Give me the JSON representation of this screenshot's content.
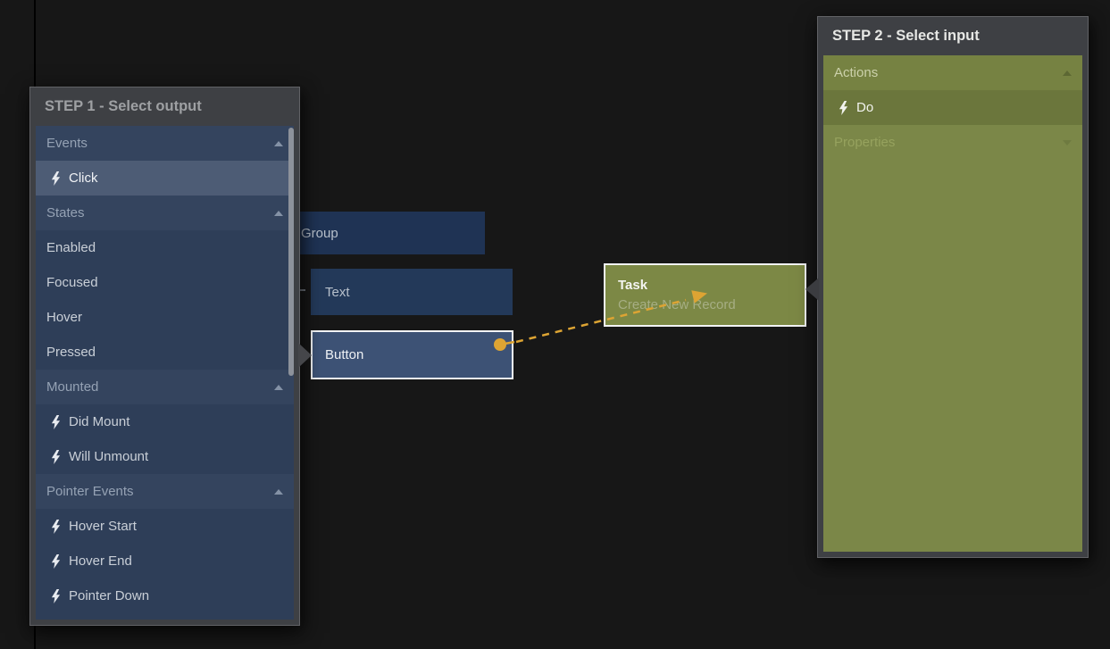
{
  "step1": {
    "title": "STEP 1 - Select output",
    "rows": [
      {
        "type": "section",
        "label": "Events",
        "arrow": "up"
      },
      {
        "type": "item",
        "label": "Click",
        "bolt": true,
        "selected": true
      },
      {
        "type": "section",
        "label": "States",
        "arrow": "up"
      },
      {
        "type": "item",
        "label": "Enabled"
      },
      {
        "type": "item",
        "label": "Focused"
      },
      {
        "type": "item",
        "label": "Hover"
      },
      {
        "type": "item",
        "label": "Pressed"
      },
      {
        "type": "section",
        "label": "Mounted",
        "arrow": "up"
      },
      {
        "type": "item",
        "label": "Did Mount",
        "bolt": true
      },
      {
        "type": "item",
        "label": "Will Unmount",
        "bolt": true
      },
      {
        "type": "section",
        "label": "Pointer Events",
        "arrow": "up"
      },
      {
        "type": "item",
        "label": "Hover Start",
        "bolt": true
      },
      {
        "type": "item",
        "label": "Hover End",
        "bolt": true
      },
      {
        "type": "item",
        "label": "Pointer Down",
        "bolt": true
      }
    ]
  },
  "step2": {
    "title": "STEP 2 - Select input",
    "rows": [
      {
        "type": "section",
        "label": "Actions",
        "arrow": "up"
      },
      {
        "type": "item",
        "label": "Do",
        "bolt": true,
        "selected": true
      },
      {
        "type": "section",
        "label": "Properties",
        "arrow": "down",
        "muted": true
      }
    ]
  },
  "nodes": {
    "group": {
      "label": "Group"
    },
    "text": {
      "label": "Text"
    },
    "button": {
      "label": "Button",
      "selected": true
    },
    "task": {
      "label": "Task",
      "sublabel": "Create New Record",
      "selected": true
    }
  },
  "icons": {
    "lightning": "lightning-icon",
    "collapse_up": "collapse-up-icon",
    "collapse_down": "collapse-down-icon"
  },
  "colors": {
    "accent_connection": "#dda433",
    "step1_panel": "#2e3e58",
    "step1_selected_row": "#4d5c75",
    "step2_panel": "#7b8748",
    "step2_selected_row": "#6b763c",
    "popup_frame": "#3e4044",
    "node_blue": "#233959",
    "node_button_blue": "#3d5275",
    "node_task_olive": "#7c8845",
    "selection_border": "#f2f3f5"
  }
}
